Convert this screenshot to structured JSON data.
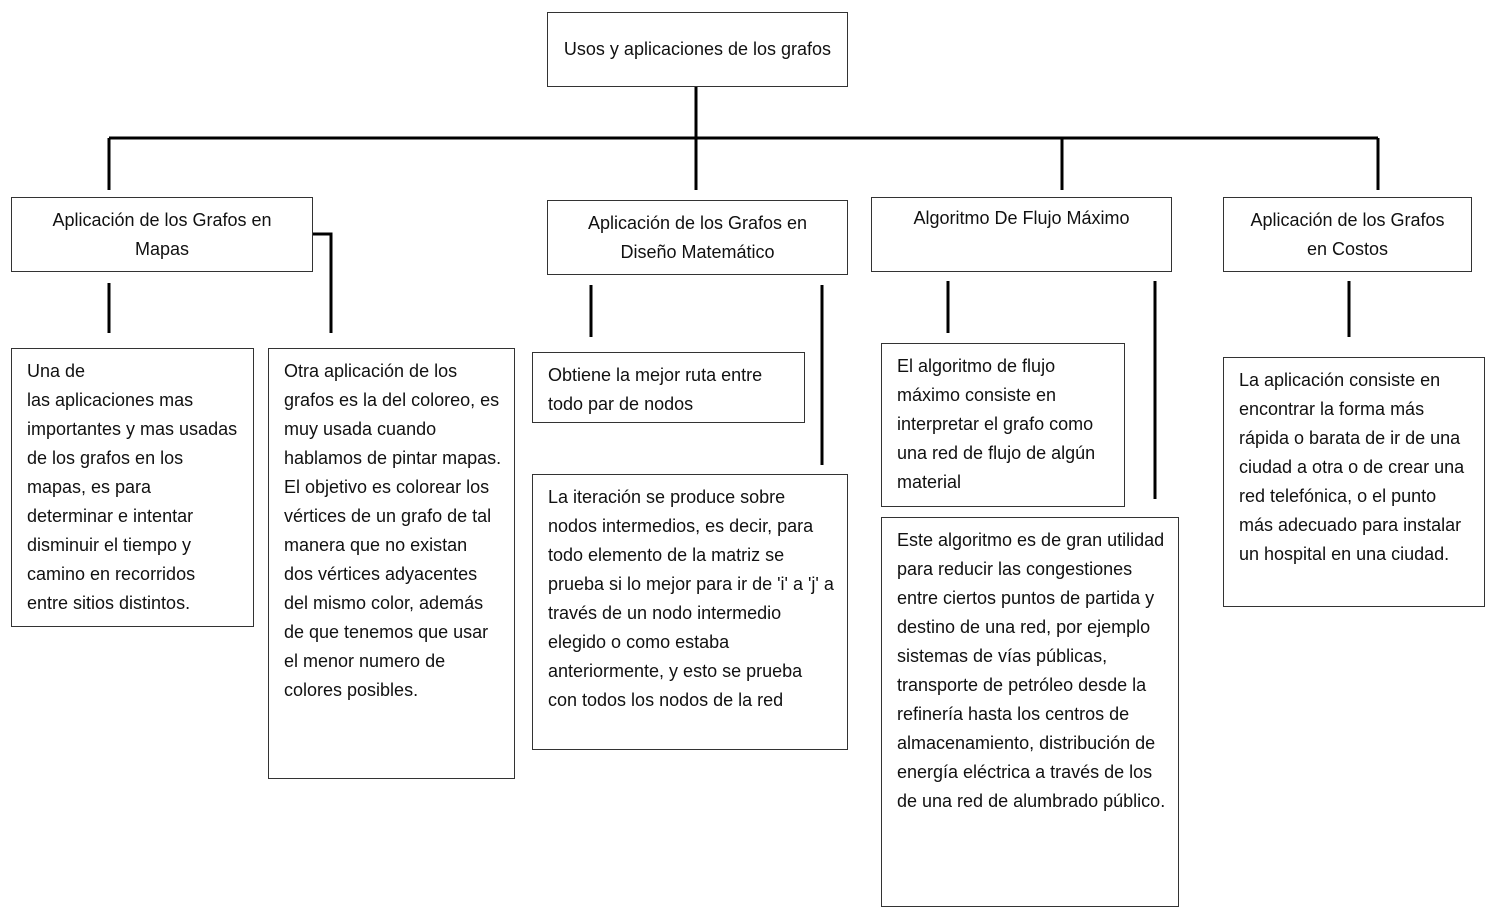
{
  "root": {
    "label": "Usos y aplicaciones de los grafos"
  },
  "branches": [
    {
      "title": "Aplicación de los Grafos en Mapas",
      "details": [
        "Una de\nlas aplicaciones mas importantes y mas usadas de los grafos en los mapas, es para determinar e intentar disminuir el tiempo y camino en recorridos entre sitios distintos.",
        "Otra aplicación de los grafos es la del coloreo, es muy usada cuando hablamos de pintar mapas. El objetivo es colorear los vértices de un grafo de tal manera que no existan\ndos vértices adyacentes del mismo color, además de que tenemos que usar el menor numero de colores posibles."
      ]
    },
    {
      "title": "Aplicación de los Grafos en Diseño Matemático",
      "details": [
        "Obtiene la mejor ruta entre todo par de nodos",
        "La iteración se produce sobre nodos intermedios, es decir, para todo elemento de la matriz se prueba si lo mejor para ir de 'i' a 'j' a través de un nodo intermedio elegido o como estaba anteriormente, y esto se prueba con todos los nodos de la red"
      ]
    },
    {
      "title": "Algoritmo De Flujo Máximo",
      "details": [
        "El algoritmo de flujo máximo consiste en interpretar el grafo como una red de flujo de algún material",
        "Este algoritmo es de gran utilidad para reducir las congestiones entre ciertos puntos de partida y destino de una red, por ejemplo sistemas de vías públicas, transporte de petróleo desde la refinería hasta los centros de almacenamiento, distribución de energía eléctrica  a través de los de una red de alumbrado público."
      ]
    },
    {
      "title": "Aplicación de los Grafos en Costos",
      "details": [
        "La aplicación consiste en encontrar la forma más rápida o barata de ir de una ciudad a otra o de crear una red telefónica, o el punto más adecuado para instalar un hospital en una ciudad."
      ]
    }
  ]
}
